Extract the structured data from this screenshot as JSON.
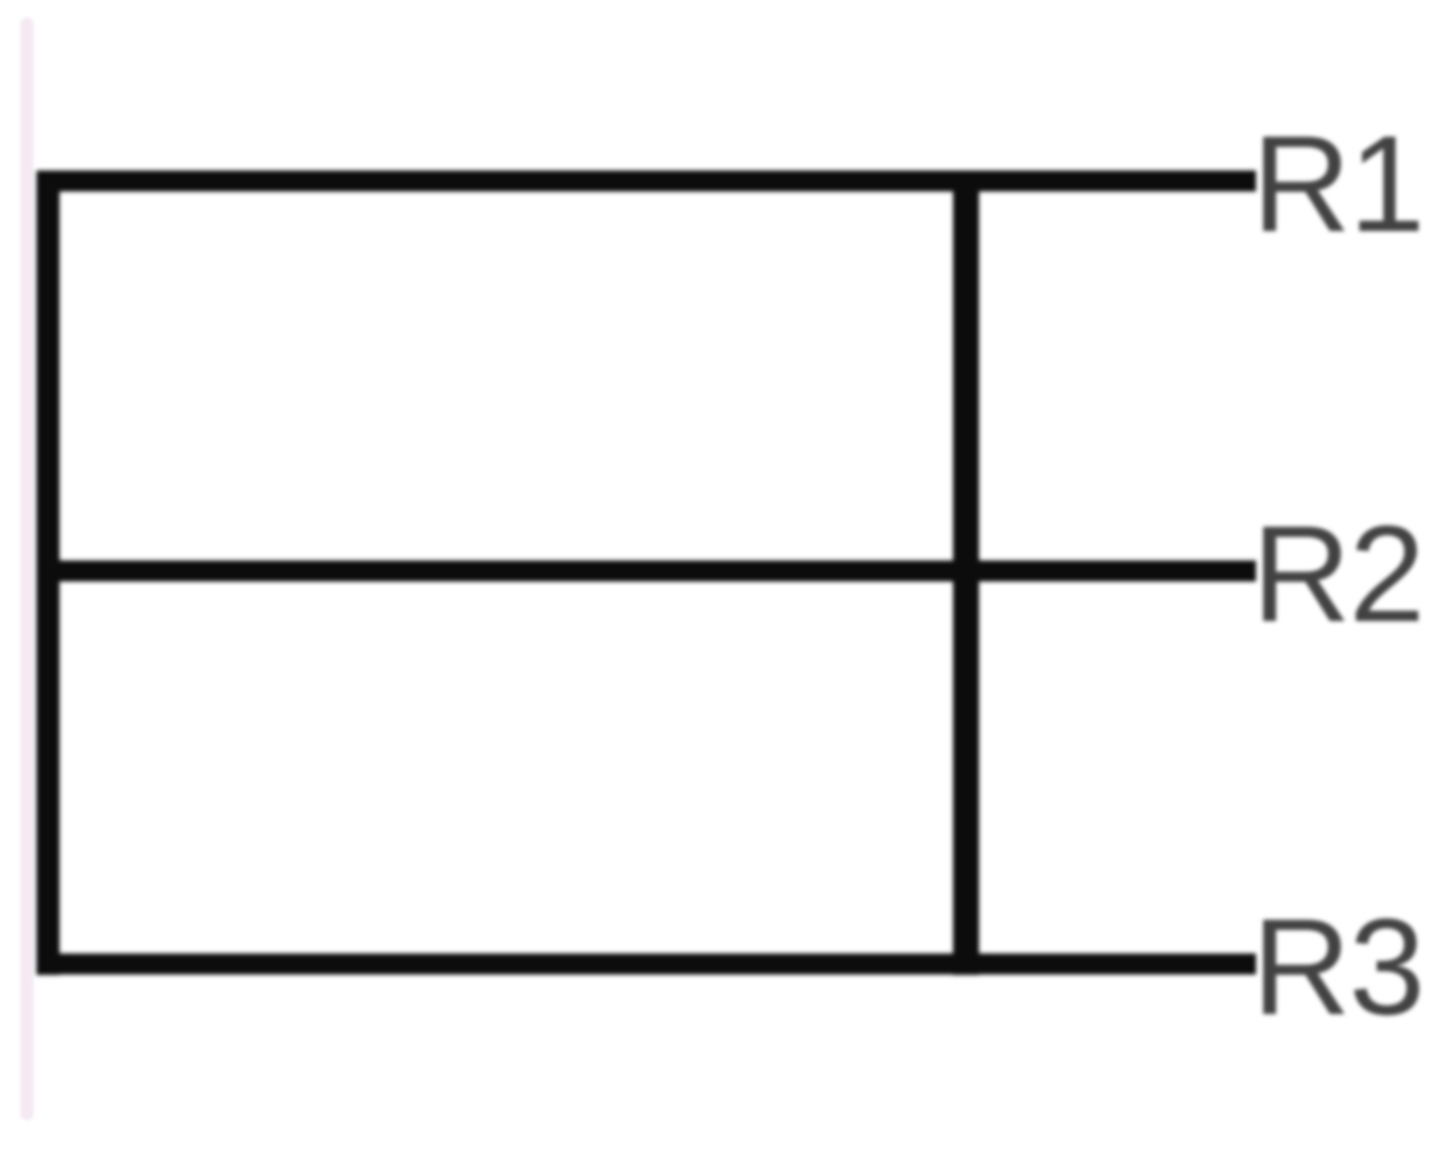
{
  "diagram": {
    "type": "ladder-wire-diagram",
    "description": "Two-row rectangular wire grid; three horizontal wires extend right to terminal labels",
    "rows": 2,
    "labels": [
      {
        "id": "r1",
        "label": "R1"
      },
      {
        "id": "r2",
        "label": "R2"
      },
      {
        "id": "r3",
        "label": "R3"
      }
    ]
  },
  "colors": {
    "background": "#ffffff",
    "wire": "#0c0c0c",
    "label_text": "#424242",
    "margin_line": "#f5e9f3"
  }
}
